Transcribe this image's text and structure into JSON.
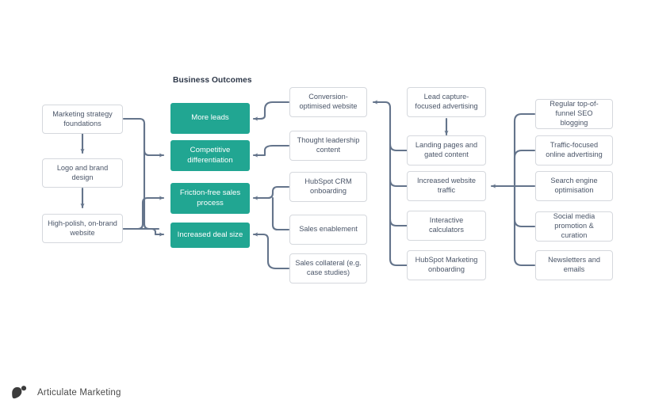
{
  "diagram": {
    "section_title": "Business Outcomes",
    "colors": {
      "accent_teal": "#21a692",
      "box_border": "#d5d8dd",
      "connector": "#64748b",
      "text_dark": "#4a5568",
      "title": "#2d3748",
      "brand_text": "#4a4a4a"
    },
    "columns": {
      "foundations": {
        "name": "foundations",
        "items": [
          {
            "id": "marketing-strategy-foundations",
            "label": "Marketing strategy foundations"
          },
          {
            "id": "logo-and-brand-design",
            "label": "Logo and brand design"
          },
          {
            "id": "high-polish-on-brand-website",
            "label": "High-polish, on-brand website"
          }
        ]
      },
      "outcomes": {
        "name": "business-outcomes",
        "items": [
          {
            "id": "more-leads",
            "label": "More leads"
          },
          {
            "id": "competitive-differentiation",
            "label": "Competitive differentiation"
          },
          {
            "id": "friction-free-sales-process",
            "label": "Friction-free sales process"
          },
          {
            "id": "increased-deal-size",
            "label": "Increased deal size"
          }
        ]
      },
      "enablers": {
        "name": "enablers",
        "items": [
          {
            "id": "conversion-optimised-website",
            "label": "Conversion-optimised website"
          },
          {
            "id": "thought-leadership-content",
            "label": "Thought leadership content"
          },
          {
            "id": "hubspot-crm-onboarding",
            "label": "HubSpot CRM onboarding"
          },
          {
            "id": "sales-enablement",
            "label": "Sales enablement"
          },
          {
            "id": "sales-collateral-case-studies",
            "label": "Sales collateral (e.g. case studies)"
          }
        ]
      },
      "demand": {
        "name": "demand-generation",
        "items": [
          {
            "id": "lead-capture-focused-advertising",
            "label": "Lead capture-focused advertising"
          },
          {
            "id": "landing-pages-and-gated-content",
            "label": "Landing pages and gated content"
          },
          {
            "id": "increased-website-traffic",
            "label": "Increased website traffic"
          },
          {
            "id": "interactive-calculators",
            "label": "Interactive calculators"
          },
          {
            "id": "hubspot-marketing-onboarding",
            "label": "HubSpot Marketing onboarding"
          }
        ]
      },
      "traffic": {
        "name": "traffic-sources",
        "items": [
          {
            "id": "regular-top-of-funnel-seo-blogging",
            "label": "Regular top-of-funnel SEO blogging"
          },
          {
            "id": "traffic-focused-online-advertising",
            "label": "Traffic-focused online advertising"
          },
          {
            "id": "search-engine-optimisation",
            "label": "Search engine optimisation"
          },
          {
            "id": "social-media-promotion-curation",
            "label": "Social media promotion & curation"
          },
          {
            "id": "newsletters-and-emails",
            "label": "Newsletters and emails"
          }
        ]
      }
    }
  },
  "footer": {
    "brand_name": "Articulate Marketing",
    "logo_icon": "articulate-speech-bubble-icon"
  }
}
